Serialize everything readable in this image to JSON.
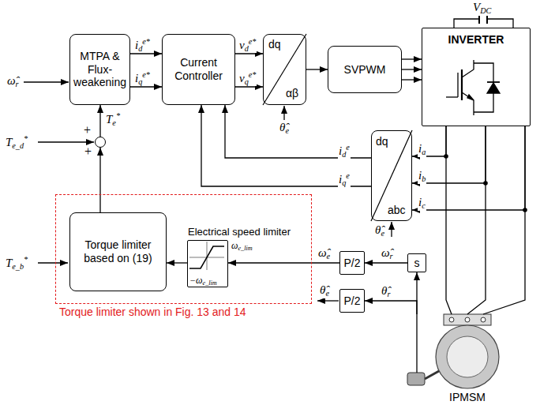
{
  "diagram": {
    "nodes": [
      {
        "text": [
          "MTPA & Flux-weakening"
        ]
      },
      {
        "text": [
          "Current Controller"
        ]
      },
      {
        "text": [
          "dq",
          "αβ"
        ]
      },
      {
        "text": [
          "SVPWM"
        ]
      },
      {
        "text": [
          "INVERTER"
        ]
      },
      {
        "text": [
          "dq",
          "abc"
        ]
      },
      {
        "text": [
          "+",
          "+"
        ]
      },
      {
        "text": [
          "Torque limiter shown in Fig. 13 and 14"
        ]
      },
      {
        "text": [
          "Torque limiter based on (19)"
        ],
        "in": 7
      },
      {
        "text": [
          "Electrical speed limiter",
          "ωe_lim",
          "−ωe_lim"
        ],
        "in": 7
      },
      {
        "text": [
          "P/2"
        ]
      },
      {
        "text": [
          "P/2"
        ]
      },
      {
        "text": [
          "s"
        ]
      },
      {
        "text": [
          "IPMSM"
        ]
      }
    ],
    "edges": [
      {
        "from": 0,
        "to": 1,
        "arrow": "to",
        "label": "ide*"
      },
      {
        "from": 0,
        "to": 1,
        "arrow": "to",
        "label": "iqe*"
      },
      {
        "from": 1,
        "to": 2,
        "arrow": "to",
        "label": "vde*"
      },
      {
        "from": 1,
        "to": 2,
        "arrow": "to",
        "label": "vqe*"
      },
      {
        "from": 2,
        "to": 3,
        "arrow": "to"
      },
      {
        "from": 3,
        "to": 4,
        "arrow": "to"
      },
      {
        "from": 3,
        "to": 4,
        "arrow": "to"
      },
      {
        "from": 3,
        "to": 4,
        "arrow": "to"
      },
      {
        "from": 4,
        "to": 13,
        "arrow": "none"
      },
      {
        "from": 4,
        "to": 13,
        "arrow": "none"
      },
      {
        "from": 4,
        "to": 13,
        "arrow": "none"
      },
      {
        "from": 4,
        "to": 5,
        "arrow": "to",
        "label": "ia"
      },
      {
        "from": 4,
        "to": 5,
        "arrow": "to",
        "label": "ib"
      },
      {
        "from": 4,
        "to": 5,
        "arrow": "to",
        "label": "ic"
      },
      {
        "from": 5,
        "to": 1,
        "arrow": "to",
        "label": "ide"
      },
      {
        "from": 5,
        "to": 1,
        "arrow": "to",
        "label": "iqe"
      },
      {
        "from": 6,
        "to": 0,
        "arrow": "to",
        "label": "Te*"
      },
      {
        "from": 8,
        "to": 6,
        "arrow": "to"
      },
      {
        "from": 9,
        "to": 8,
        "arrow": "to"
      },
      {
        "from": 10,
        "to": 9,
        "arrow": "to",
        "label": "ω̂e"
      },
      {
        "from": 12,
        "to": 10,
        "arrow": "to",
        "label": "ω̂r"
      },
      {
        "from": 13,
        "to": 12,
        "arrow": "to"
      },
      {
        "from": 13,
        "to": 11,
        "arrow": "to",
        "label": "θ̂r"
      }
    ],
    "labels": [
      "VDC",
      "ω̂r",
      "Te_d*",
      "θ̂e",
      "θ̂e",
      "Te_b*",
      "θ̂e"
    ]
  }
}
